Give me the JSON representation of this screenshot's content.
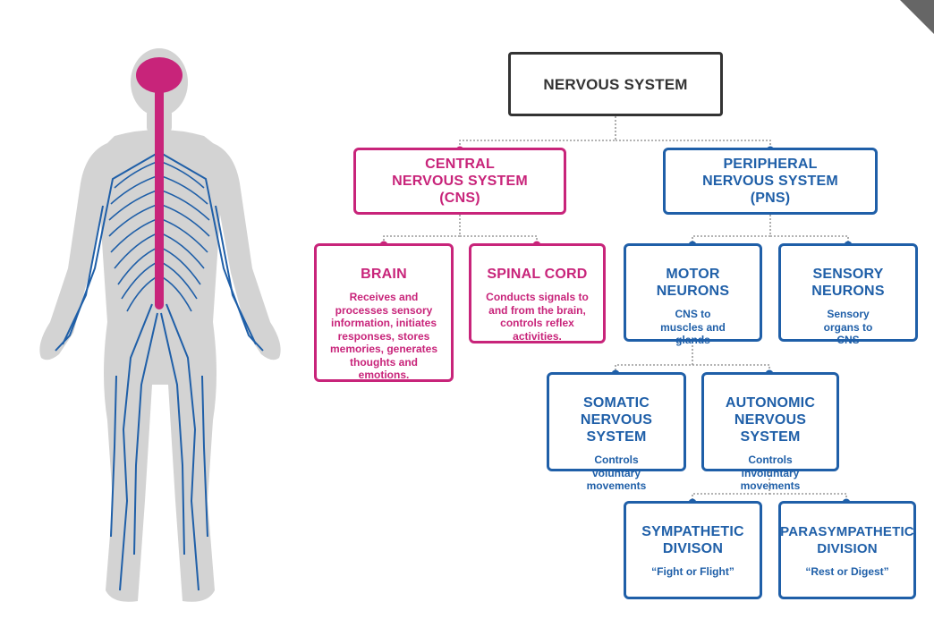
{
  "colors": {
    "cns_pink": "#c8247a",
    "pns_blue": "#1f5fa8",
    "root_dark": "#333333",
    "body_gray": "#d3d3d3",
    "connector_gray": "#9a9a9a"
  },
  "root": {
    "title": "NERVOUS SYSTEM"
  },
  "cns": {
    "title": "CENTRAL NERVOUS SYSTEM (CNS)",
    "brain": {
      "title": "BRAIN",
      "desc": "Receives and processes sensory information, initiates responses, stores memories, generates thoughts and emotions."
    },
    "spinal": {
      "title": "SPINAL CORD",
      "desc": "Conducts signals to and from the brain, controls reflex activities."
    }
  },
  "pns": {
    "title": "PERIPHERAL NERVOUS SYSTEM (PNS)",
    "motor": {
      "title": "MOTOR NEURONS",
      "desc": "CNS to muscles and glands"
    },
    "sensory": {
      "title": "SENSORY NEURONS",
      "desc": "Sensory organs to CNS"
    },
    "somatic": {
      "title": "SOMATIC NERVOUS SYSTEM",
      "desc": "Controls voluntary movements"
    },
    "autonomic": {
      "title": "AUTONOMIC NERVOUS SYSTEM",
      "desc": "Controls involuntary movements"
    },
    "sympathetic": {
      "title": "SYMPATHETIC DIVISON",
      "desc": "“Fight or Flight”"
    },
    "parasympathetic": {
      "title": "PARASYMPATHETIC DIVISION",
      "desc": "“Rest or Digest”"
    }
  }
}
